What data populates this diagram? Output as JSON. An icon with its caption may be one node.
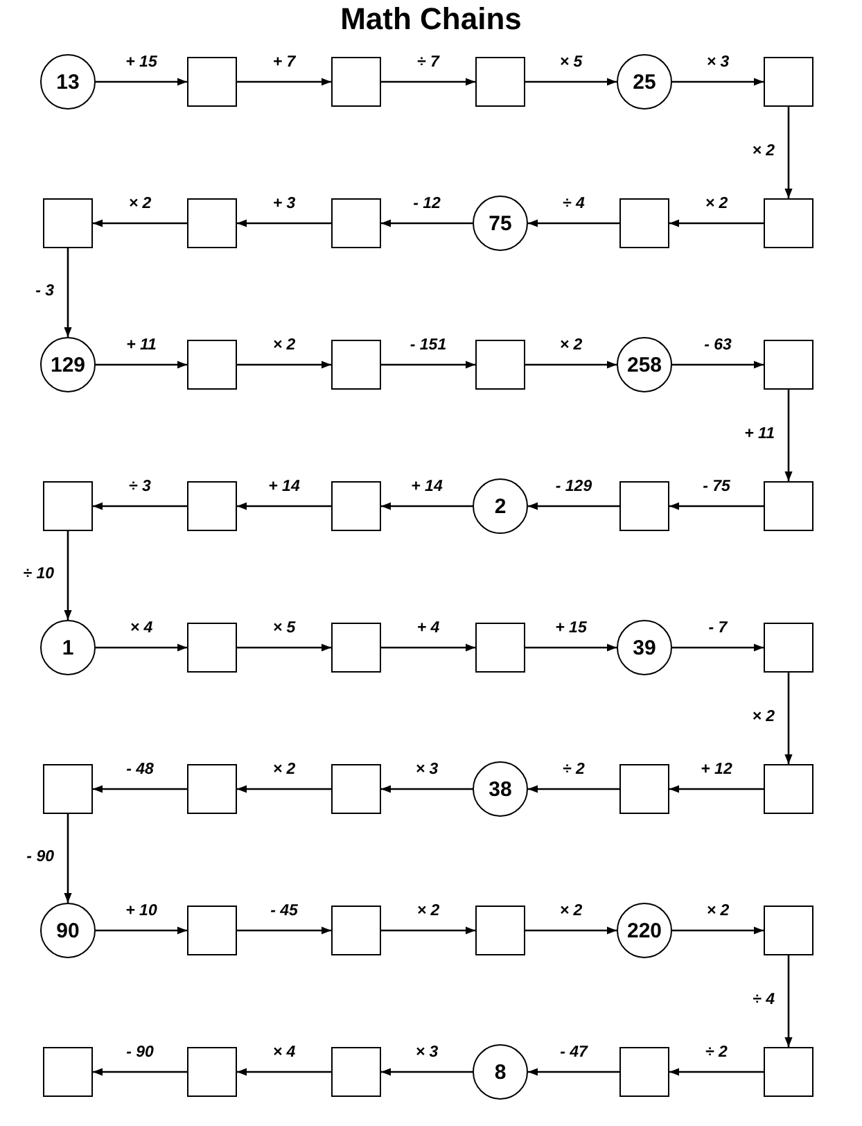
{
  "diagram": {
    "title": "Math Chains",
    "nodes": [
      {
        "text": [
          "13"
        ]
      },
      {
        "text": [],
        "shape": "box"
      },
      {
        "text": [],
        "shape": "box"
      },
      {
        "text": [],
        "shape": "box"
      },
      {
        "text": [
          "25"
        ]
      },
      {
        "text": [],
        "shape": "box"
      },
      {
        "text": [],
        "shape": "box"
      },
      {
        "text": [],
        "shape": "box"
      },
      {
        "text": [],
        "shape": "box"
      },
      {
        "text": [
          "75"
        ]
      },
      {
        "text": [],
        "shape": "box"
      },
      {
        "text": [],
        "shape": "box"
      },
      {
        "text": [
          "129"
        ]
      },
      {
        "text": [],
        "shape": "box"
      },
      {
        "text": [],
        "shape": "box"
      },
      {
        "text": [],
        "shape": "box"
      },
      {
        "text": [
          "258"
        ]
      },
      {
        "text": [],
        "shape": "box"
      },
      {
        "text": [],
        "shape": "box"
      },
      {
        "text": [],
        "shape": "box"
      },
      {
        "text": [],
        "shape": "box"
      },
      {
        "text": [
          "2"
        ]
      },
      {
        "text": [],
        "shape": "box"
      },
      {
        "text": [],
        "shape": "box"
      },
      {
        "text": [
          "1"
        ]
      },
      {
        "text": [],
        "shape": "box"
      },
      {
        "text": [],
        "shape": "box"
      },
      {
        "text": [],
        "shape": "box"
      },
      {
        "text": [
          "39"
        ]
      },
      {
        "text": [],
        "shape": "box"
      },
      {
        "text": [],
        "shape": "box"
      },
      {
        "text": [],
        "shape": "box"
      },
      {
        "text": [],
        "shape": "box"
      },
      {
        "text": [
          "38"
        ]
      },
      {
        "text": [],
        "shape": "box"
      },
      {
        "text": [],
        "shape": "box"
      },
      {
        "text": [
          "90"
        ]
      },
      {
        "text": [],
        "shape": "box"
      },
      {
        "text": [],
        "shape": "box"
      },
      {
        "text": [],
        "shape": "box"
      },
      {
        "text": [
          "220"
        ]
      },
      {
        "text": [],
        "shape": "box"
      },
      {
        "text": [],
        "shape": "box"
      },
      {
        "text": [],
        "shape": "box"
      },
      {
        "text": [],
        "shape": "box"
      },
      {
        "text": [
          "8"
        ]
      },
      {
        "text": [],
        "shape": "box"
      },
      {
        "text": [],
        "shape": "box"
      }
    ],
    "edges": [
      {
        "from": 0,
        "to": 1,
        "arrow": "to",
        "label": "+ 15"
      },
      {
        "from": 1,
        "to": 2,
        "arrow": "to",
        "label": "+ 7"
      },
      {
        "from": 2,
        "to": 3,
        "arrow": "to",
        "label": "÷ 7"
      },
      {
        "from": 3,
        "to": 4,
        "arrow": "to",
        "label": "× 5"
      },
      {
        "from": 4,
        "to": 5,
        "arrow": "to",
        "label": "× 3"
      },
      {
        "from": 5,
        "to": 11,
        "arrow": "to",
        "label": "× 2"
      },
      {
        "from": 11,
        "to": 10,
        "arrow": "to",
        "label": "× 2"
      },
      {
        "from": 10,
        "to": 9,
        "arrow": "to",
        "label": "÷ 4"
      },
      {
        "from": 9,
        "to": 8,
        "arrow": "to",
        "label": "- 12"
      },
      {
        "from": 8,
        "to": 7,
        "arrow": "to",
        "label": "+ 3"
      },
      {
        "from": 7,
        "to": 6,
        "arrow": "to",
        "label": "× 2"
      },
      {
        "from": 6,
        "to": 12,
        "arrow": "to",
        "label": "- 3"
      },
      {
        "from": 12,
        "to": 13,
        "arrow": "to",
        "label": "+ 11"
      },
      {
        "from": 13,
        "to": 14,
        "arrow": "to",
        "label": "× 2"
      },
      {
        "from": 14,
        "to": 15,
        "arrow": "to",
        "label": "- 151"
      },
      {
        "from": 15,
        "to": 16,
        "arrow": "to",
        "label": "× 2"
      },
      {
        "from": 16,
        "to": 17,
        "arrow": "to",
        "label": "- 63"
      },
      {
        "from": 17,
        "to": 23,
        "arrow": "to",
        "label": "+ 11"
      },
      {
        "from": 23,
        "to": 22,
        "arrow": "to",
        "label": "- 75"
      },
      {
        "from": 22,
        "to": 21,
        "arrow": "to",
        "label": "- 129"
      },
      {
        "from": 21,
        "to": 20,
        "arrow": "to",
        "label": "+ 14"
      },
      {
        "from": 20,
        "to": 19,
        "arrow": "to",
        "label": "+ 14"
      },
      {
        "from": 19,
        "to": 18,
        "arrow": "to",
        "label": "÷ 3"
      },
      {
        "from": 18,
        "to": 24,
        "arrow": "to",
        "label": "÷ 10"
      },
      {
        "from": 24,
        "to": 25,
        "arrow": "to",
        "label": "× 4"
      },
      {
        "from": 25,
        "to": 26,
        "arrow": "to",
        "label": "× 5"
      },
      {
        "from": 26,
        "to": 27,
        "arrow": "to",
        "label": "+ 4"
      },
      {
        "from": 27,
        "to": 28,
        "arrow": "to",
        "label": "+ 15"
      },
      {
        "from": 28,
        "to": 29,
        "arrow": "to",
        "label": "- 7"
      },
      {
        "from": 29,
        "to": 35,
        "arrow": "to",
        "label": "× 2"
      },
      {
        "from": 35,
        "to": 34,
        "arrow": "to",
        "label": "+ 12"
      },
      {
        "from": 34,
        "to": 33,
        "arrow": "to",
        "label": "÷ 2"
      },
      {
        "from": 33,
        "to": 32,
        "arrow": "to",
        "label": "× 3"
      },
      {
        "from": 32,
        "to": 31,
        "arrow": "to",
        "label": "× 2"
      },
      {
        "from": 31,
        "to": 30,
        "arrow": "to",
        "label": "- 48"
      },
      {
        "from": 30,
        "to": 36,
        "arrow": "to",
        "label": "- 90"
      },
      {
        "from": 36,
        "to": 37,
        "arrow": "to",
        "label": "+ 10"
      },
      {
        "from": 37,
        "to": 38,
        "arrow": "to",
        "label": "- 45"
      },
      {
        "from": 38,
        "to": 39,
        "arrow": "to",
        "label": "× 2"
      },
      {
        "from": 39,
        "to": 40,
        "arrow": "to",
        "label": "× 2"
      },
      {
        "from": 40,
        "to": 41,
        "arrow": "to",
        "label": "× 2"
      },
      {
        "from": 41,
        "to": 47,
        "arrow": "to",
        "label": "÷ 4"
      },
      {
        "from": 47,
        "to": 46,
        "arrow": "to",
        "label": "÷ 2"
      },
      {
        "from": 46,
        "to": 45,
        "arrow": "to",
        "label": "- 47"
      },
      {
        "from": 45,
        "to": 44,
        "arrow": "to",
        "label": "× 3"
      },
      {
        "from": 44,
        "to": 43,
        "arrow": "to",
        "label": "× 4"
      },
      {
        "from": 43,
        "to": 42,
        "arrow": "to",
        "label": "- 90"
      }
    ]
  }
}
